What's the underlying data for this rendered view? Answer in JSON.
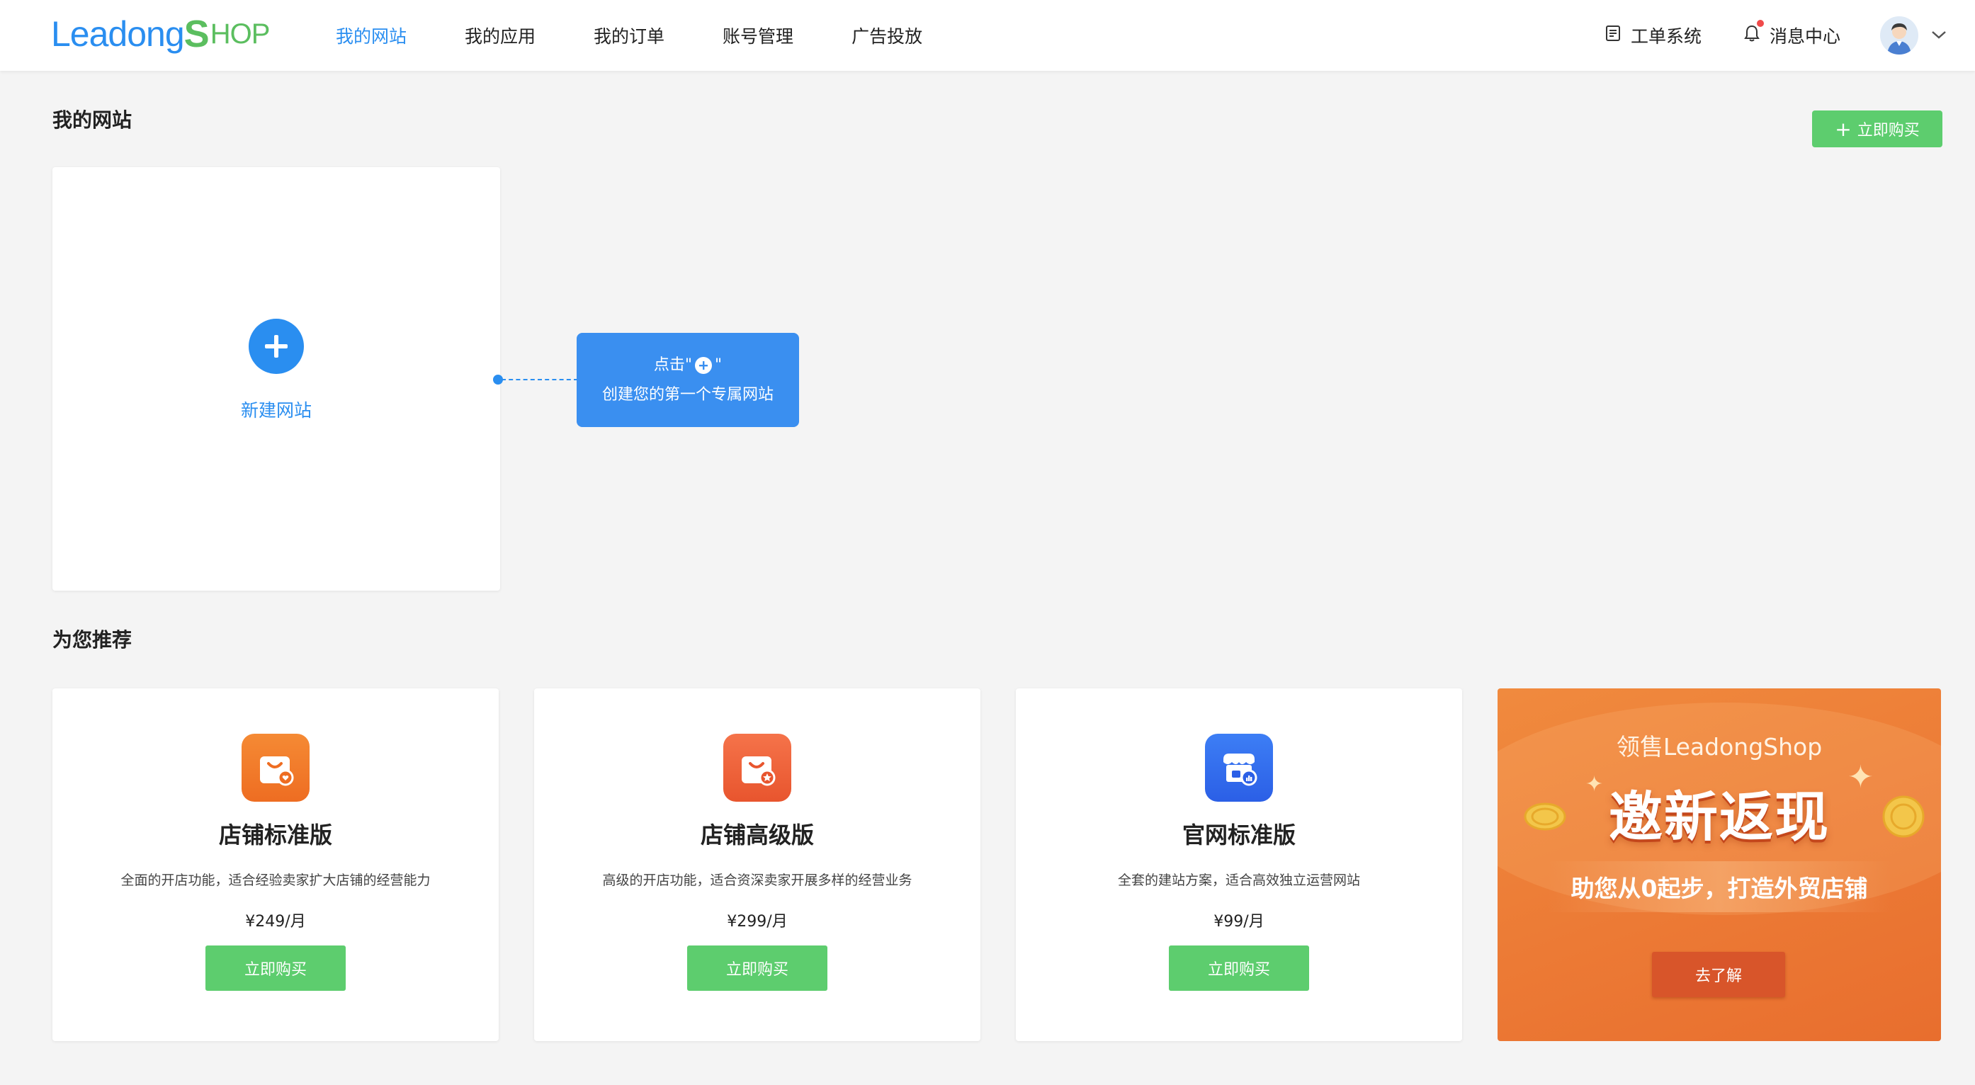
{
  "header": {
    "logo": {
      "part1": "Leadong",
      "part2": "S",
      "part3": "HOP"
    },
    "nav": [
      {
        "label": "我的网站",
        "active": true
      },
      {
        "label": "我的应用",
        "active": false
      },
      {
        "label": "我的订单",
        "active": false
      },
      {
        "label": "账号管理",
        "active": false
      },
      {
        "label": "广告投放",
        "active": false
      }
    ],
    "ticket_label": "工单系统",
    "message_label": "消息中心"
  },
  "my_sites": {
    "title": "我的网站",
    "buy_now_label": "立即购买",
    "new_site_label": "新建网站",
    "tip": {
      "line1_prefix": "点击\"",
      "line1_suffix": "\"",
      "line2": "创建您的第一个专属网站"
    }
  },
  "recommend": {
    "title": "为您推荐",
    "products": [
      {
        "name": "店铺标准版",
        "desc": "全面的开店功能，适合经验卖家扩大店铺的经营能力",
        "price": "¥249/月",
        "button": "立即购买",
        "icon": "shop-bag-heart-icon",
        "color": "#f07a2c"
      },
      {
        "name": "店铺高级版",
        "desc": "高级的开店功能，适合资深卖家开展多样的经营业务",
        "price": "¥299/月",
        "button": "立即购买",
        "icon": "shop-bag-star-icon",
        "color": "#f0623a"
      },
      {
        "name": "官网标准版",
        "desc": "全套的建站方案，适合高效独立运营网站",
        "price": "¥99/月",
        "button": "立即购买",
        "icon": "storefront-chart-icon",
        "color": "#2f6ff0"
      }
    ],
    "promo": {
      "subtitle": "领售LeadongShop",
      "title": "邀新返现",
      "desc": "助您从0起步，打造外贸店铺",
      "button": "去了解"
    }
  },
  "colors": {
    "primary": "#2a8ef0",
    "green": "#5dcd6e",
    "promo": "#ec7a35"
  }
}
